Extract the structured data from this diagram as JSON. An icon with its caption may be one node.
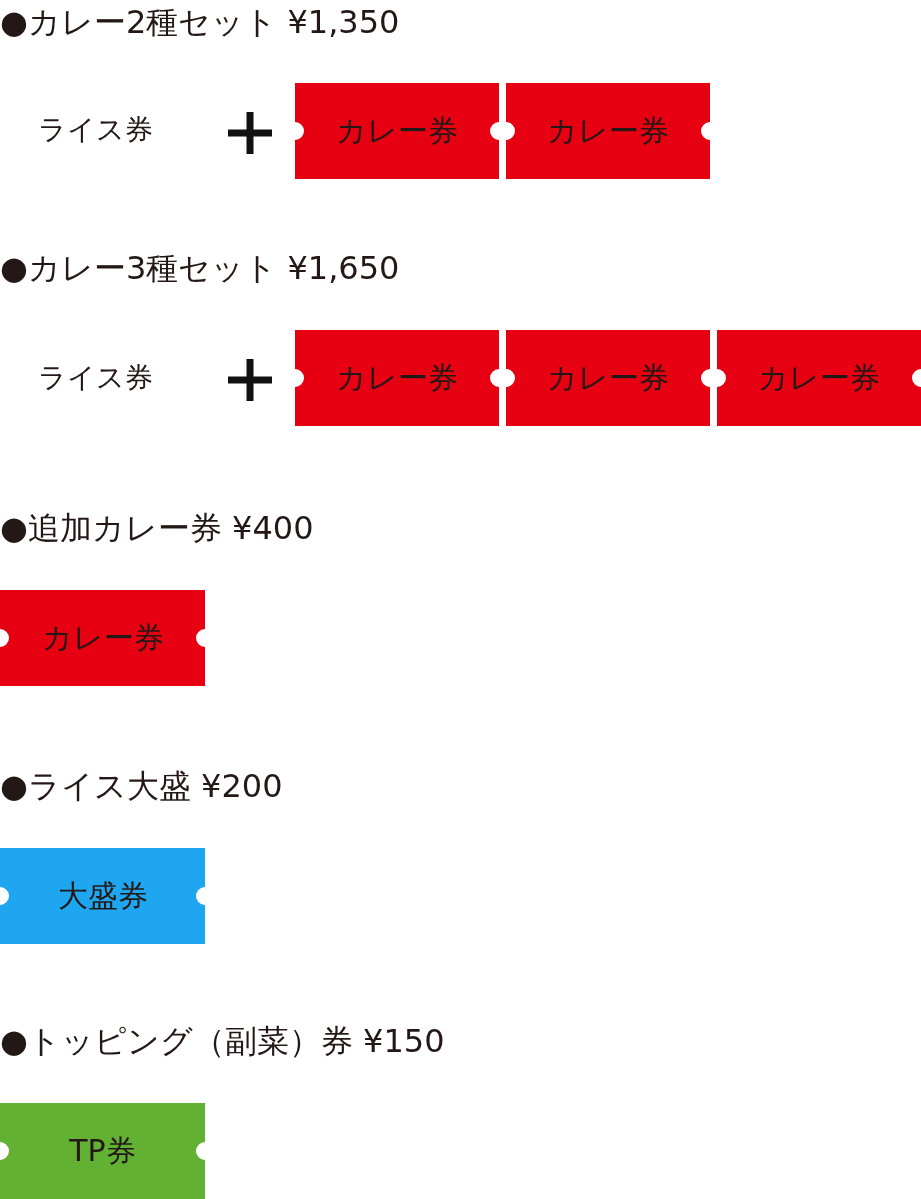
{
  "diagram": {
    "nodes": [
      {
        "text": [
          "カレー券"
        ]
      },
      {
        "text": [
          "カレー券"
        ]
      },
      {
        "text": [
          "カレー券"
        ]
      },
      {
        "text": [
          "カレー券"
        ]
      },
      {
        "text": [
          "カレー券"
        ]
      },
      {
        "text": [
          "カレー券"
        ]
      },
      {
        "text": [
          "大盛券"
        ]
      },
      {
        "text": [
          "TP券"
        ]
      }
    ],
    "edges": [],
    "labels": [
      "●カレー2種セット ¥1,350",
      "ライス券",
      "●カレー3種セット ¥1,650",
      "ライス券",
      "●追加カレー券 ¥400",
      "●ライス大盛 ¥200",
      "●トッピング（副菜）券 ¥150"
    ]
  }
}
